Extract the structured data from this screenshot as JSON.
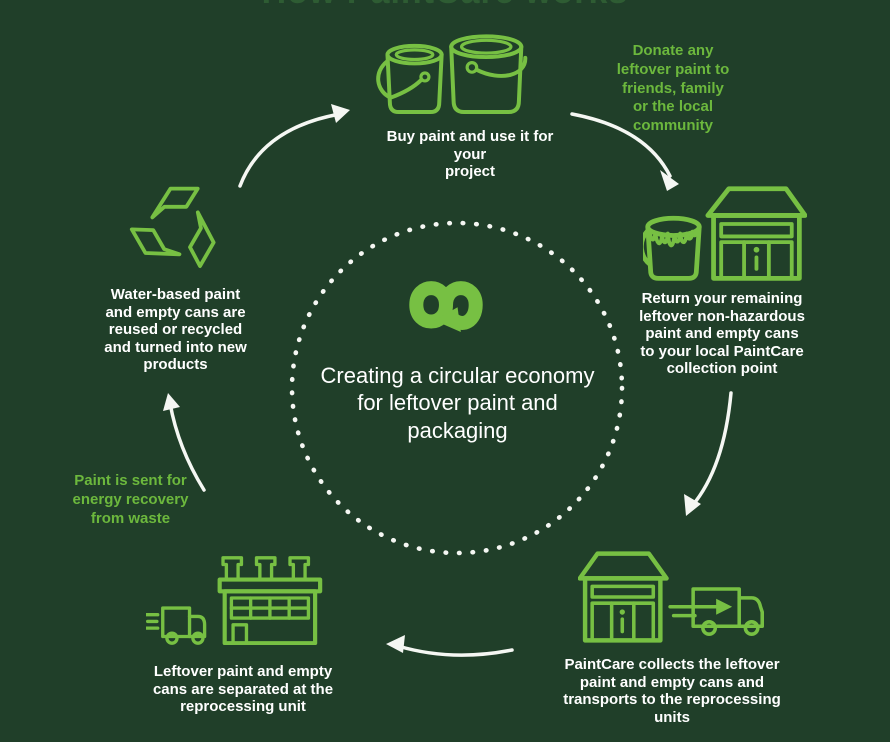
{
  "colors": {
    "background": "#203f29",
    "accent_green": "#77c043",
    "note_green": "#6cb83d",
    "text_white": "#ffffff",
    "clipped_title_green": "#2e5c33",
    "arrow_white": "#f5f7f3"
  },
  "title": {
    "text": "How PaintCare works"
  },
  "center": {
    "heading": "Creating a circular economy\nfor leftover paint and\npackaging",
    "logo": "infinity-arrow-logo"
  },
  "steps": {
    "buy": {
      "icon": "paint-cans-icon",
      "label": "Buy paint and use it for your\nproject"
    },
    "return": {
      "icon": "paint-can-and-store-icon",
      "label": "Return your remaining\nleftover non-hazardous\npaint and empty cans\nto your local PaintCare\ncollection point"
    },
    "collect": {
      "icon": "store-and-truck-icon",
      "label": "PaintCare collects the leftover\npaint and empty cans and\ntransports to the reprocessing\nunits"
    },
    "separate": {
      "icon": "truck-and-factory-icon",
      "label": "Leftover paint and empty\ncans are separated at the\nreprocessing unit"
    },
    "reuse": {
      "icon": "recycle-icon",
      "label": "Water-based paint\nand empty cans are\nreused or recycled\nand turned into new\nproducts"
    }
  },
  "notes": {
    "donate": {
      "text": "Donate any\nleftover paint to\nfriends, family\nor the local\ncommunity"
    },
    "energy": {
      "text": "Paint is sent for\nenergy recovery\nfrom waste"
    }
  }
}
